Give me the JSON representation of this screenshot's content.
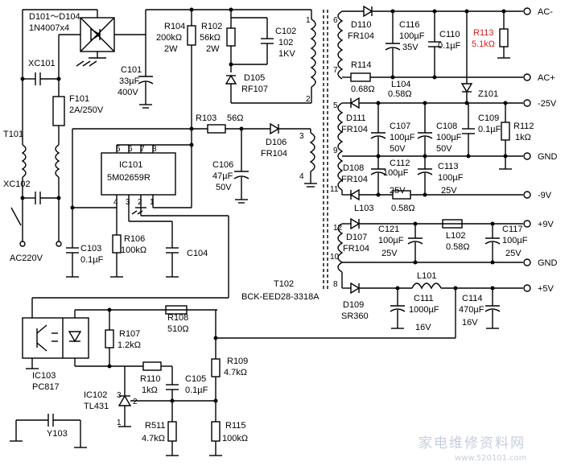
{
  "labels": [
    {
      "id": "d101",
      "text": "D101～D104"
    },
    {
      "id": "d101v",
      "text": "1N4007x4"
    },
    {
      "id": "xc101",
      "text": "XC101"
    },
    {
      "id": "f101",
      "text": "F101"
    },
    {
      "id": "f101v",
      "text": "2A/250V"
    },
    {
      "id": "t101",
      "text": "T101"
    },
    {
      "id": "xc102",
      "text": "XC102"
    },
    {
      "id": "ac220",
      "text": "AC220V"
    },
    {
      "id": "r104",
      "text": "R104"
    },
    {
      "id": "r104v",
      "text": "200kΩ"
    },
    {
      "id": "r104w",
      "text": "2W"
    },
    {
      "id": "r102",
      "text": "R102"
    },
    {
      "id": "r102v",
      "text": "56kΩ"
    },
    {
      "id": "r102w",
      "text": "2W"
    },
    {
      "id": "c102",
      "text": "C102"
    },
    {
      "id": "c102v",
      "text": "102"
    },
    {
      "id": "c102w",
      "text": "1KV"
    },
    {
      "id": "c101",
      "text": "C101"
    },
    {
      "id": "c101v",
      "text": "33µF"
    },
    {
      "id": "c101w",
      "text": "400V"
    },
    {
      "id": "d105",
      "text": "D105"
    },
    {
      "id": "d105v",
      "text": "RF107"
    },
    {
      "id": "r103",
      "text": "R103"
    },
    {
      "id": "r103v",
      "text": "56Ω"
    },
    {
      "id": "d106",
      "text": "D106"
    },
    {
      "id": "d106v",
      "text": "FR104"
    },
    {
      "id": "c106",
      "text": "C106"
    },
    {
      "id": "c106v",
      "text": "47µF"
    },
    {
      "id": "c106w",
      "text": "50V"
    },
    {
      "id": "ic101",
      "text": "IC101"
    },
    {
      "id": "ic101v",
      "text": "5M02659R"
    },
    {
      "id": "c103",
      "text": "C103"
    },
    {
      "id": "c103v",
      "text": "0.1µF"
    },
    {
      "id": "r106",
      "text": "R106"
    },
    {
      "id": "r106v",
      "text": "100kΩ"
    },
    {
      "id": "c104",
      "text": "C104"
    },
    {
      "id": "t102",
      "text": "T102"
    },
    {
      "id": "t102v",
      "text": "BCK-EED28-3318A"
    },
    {
      "id": "d110",
      "text": "D110"
    },
    {
      "id": "d110v",
      "text": "FR104"
    },
    {
      "id": "c116",
      "text": "C116"
    },
    {
      "id": "c116v",
      "text": "100µF"
    },
    {
      "id": "c116w",
      "text": "35V"
    },
    {
      "id": "c110",
      "text": "C110"
    },
    {
      "id": "c110v",
      "text": "0.1µF"
    },
    {
      "id": "r114",
      "text": "R114"
    },
    {
      "id": "r114v",
      "text": "0.68Ω"
    },
    {
      "id": "l104",
      "text": "L104"
    },
    {
      "id": "l104v",
      "text": "0.58Ω"
    },
    {
      "id": "z101",
      "text": "Z101"
    },
    {
      "id": "acm",
      "text": "AC-"
    },
    {
      "id": "acp",
      "text": "AC+"
    },
    {
      "id": "r113",
      "text": "R113"
    },
    {
      "id": "r113v",
      "text": "5.1kΩ"
    },
    {
      "id": "m25",
      "text": "-25V"
    },
    {
      "id": "d111",
      "text": "D111"
    },
    {
      "id": "d111v",
      "text": "FR104"
    },
    {
      "id": "c107",
      "text": "C107"
    },
    {
      "id": "c107v",
      "text": "100µF"
    },
    {
      "id": "c107w",
      "text": "50V"
    },
    {
      "id": "c108",
      "text": "C108"
    },
    {
      "id": "c108v",
      "text": "100µF"
    },
    {
      "id": "c108w",
      "text": "50V"
    },
    {
      "id": "c109",
      "text": "C109"
    },
    {
      "id": "c109v",
      "text": "0.1µF"
    },
    {
      "id": "r112",
      "text": "R112"
    },
    {
      "id": "r112v",
      "text": "1kΩ"
    },
    {
      "id": "gnd1",
      "text": "GND"
    },
    {
      "id": "d108",
      "text": "D108"
    },
    {
      "id": "d108v",
      "text": "FR104"
    },
    {
      "id": "c112",
      "text": "C112"
    },
    {
      "id": "c112v",
      "text": "100µF"
    },
    {
      "id": "c112w",
      "text": "25V"
    },
    {
      "id": "c113",
      "text": "C113"
    },
    {
      "id": "c113v",
      "text": "100µF"
    },
    {
      "id": "c113w",
      "text": "25V"
    },
    {
      "id": "m9",
      "text": "-9V"
    },
    {
      "id": "l103",
      "text": "L103"
    },
    {
      "id": "l103v",
      "text": "0.58Ω"
    },
    {
      "id": "p9",
      "text": "+9V"
    },
    {
      "id": "d107",
      "text": "D107"
    },
    {
      "id": "d107v",
      "text": "FR104"
    },
    {
      "id": "c121",
      "text": "C121"
    },
    {
      "id": "c121v",
      "text": "100µF"
    },
    {
      "id": "c121w",
      "text": "25V"
    },
    {
      "id": "l102",
      "text": "L102"
    },
    {
      "id": "l102v",
      "text": "0.58Ω"
    },
    {
      "id": "c117",
      "text": "C117"
    },
    {
      "id": "c117v",
      "text": "100µF"
    },
    {
      "id": "c117w",
      "text": "25V"
    },
    {
      "id": "gnd2",
      "text": "GND"
    },
    {
      "id": "p5",
      "text": "+5V"
    },
    {
      "id": "l101",
      "text": "L101"
    },
    {
      "id": "d109",
      "text": "D109"
    },
    {
      "id": "d109v",
      "text": "SR360"
    },
    {
      "id": "c111",
      "text": "C111"
    },
    {
      "id": "c111v",
      "text": "1000µF"
    },
    {
      "id": "c111w",
      "text": "16V"
    },
    {
      "id": "c114",
      "text": "C114"
    },
    {
      "id": "c114v",
      "text": "470µF"
    },
    {
      "id": "c114w",
      "text": "16V"
    },
    {
      "id": "r107",
      "text": "R107"
    },
    {
      "id": "r107v",
      "text": "1.2kΩ"
    },
    {
      "id": "r108",
      "text": "R108"
    },
    {
      "id": "r108v",
      "text": "510Ω"
    },
    {
      "id": "ic103",
      "text": "IC103"
    },
    {
      "id": "ic103v",
      "text": "PC817"
    },
    {
      "id": "r109",
      "text": "R109"
    },
    {
      "id": "r109v",
      "text": "4.7kΩ"
    },
    {
      "id": "r110",
      "text": "R110"
    },
    {
      "id": "r110v",
      "text": "1kΩ"
    },
    {
      "id": "c105",
      "text": "C105"
    },
    {
      "id": "c105v",
      "text": "0.1µF"
    },
    {
      "id": "ic102",
      "text": "IC102"
    },
    {
      "id": "ic102v",
      "text": "TL431"
    },
    {
      "id": "r511",
      "text": "R511"
    },
    {
      "id": "r511v",
      "text": "4.7kΩ"
    },
    {
      "id": "r115",
      "text": "R115"
    },
    {
      "id": "r115v",
      "text": "100kΩ"
    },
    {
      "id": "y103",
      "text": "Y103"
    }
  ],
  "pins": {
    "ic101": [
      "5",
      "6",
      "7",
      "8",
      "4",
      "3",
      "2",
      "1"
    ],
    "t102": [
      "1",
      "2",
      "3",
      "4",
      "6",
      "7",
      "5",
      "9",
      "11",
      "12",
      "10",
      "8"
    ],
    "ic102": [
      "3",
      "2",
      "1"
    ]
  },
  "watermark": {
    "text": "家电维修资料网",
    "url": "www.520101.com"
  }
}
